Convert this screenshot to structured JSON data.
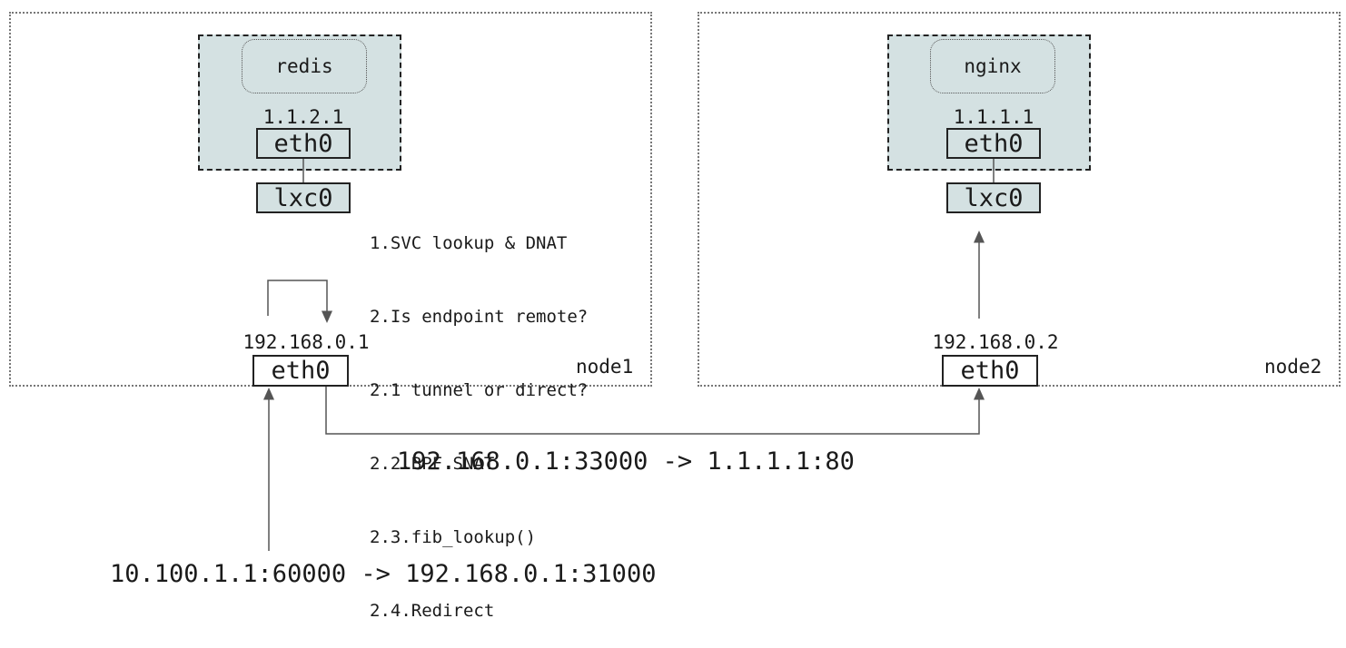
{
  "node1": {
    "label": "node1",
    "pod": {
      "container": "redis",
      "ip": "1.1.2.1",
      "iface": "eth0"
    },
    "veth": "lxc0",
    "host_ip": "192.168.0.1",
    "host_iface": "eth0",
    "steps": [
      "1.SVC lookup & DNAT",
      "2.Is endpoint remote?",
      "2.1 tunnel or direct?",
      "2.2.BPF SNAT",
      "2.3.fib_lookup()",
      "2.4.Redirect"
    ]
  },
  "node2": {
    "label": "node2",
    "pod": {
      "container": "nginx",
      "ip": "1.1.1.1",
      "iface": "eth0"
    },
    "veth": "lxc0",
    "host_ip": "192.168.0.2",
    "host_iface": "eth0"
  },
  "flows": {
    "node_to_node": "192.168.0.1:33000 -> 1.1.1.1:80",
    "ingress": "10.100.1.1:60000 -> 192.168.0.1:31000"
  },
  "colors": {
    "pod_fill": "#d4e1e2",
    "line": "#555555"
  }
}
